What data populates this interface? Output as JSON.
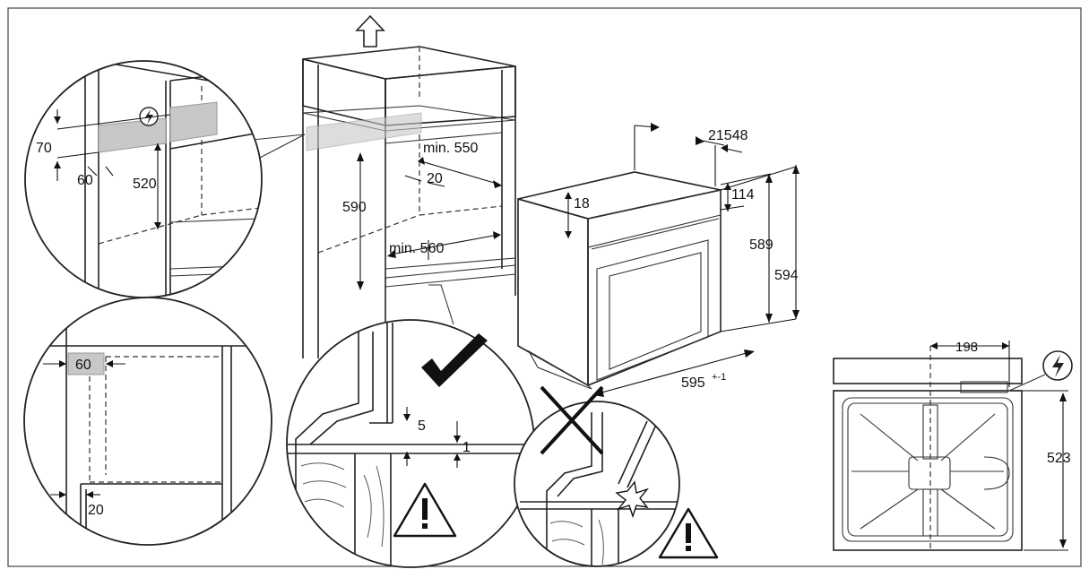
{
  "labels": {
    "d70": "70",
    "d60a": "60",
    "d520": "520",
    "d60b": "60",
    "d20a": "20",
    "d590": "590",
    "min550": "min. 550",
    "d20b": "20",
    "min560": "min. 560",
    "d5": "5",
    "d1": "1",
    "d18": "18",
    "d21548": "21548",
    "d114": "114",
    "d589": "589",
    "d594": "594",
    "d595": "595",
    "d595tol": "+-1",
    "d198": "198",
    "d523": "523"
  },
  "icons": [
    "power-socket-icon",
    "up-arrow-icon",
    "check-mark-icon",
    "cross-mark-icon",
    "warning-triangle-icon",
    "damage-flash-icon"
  ]
}
